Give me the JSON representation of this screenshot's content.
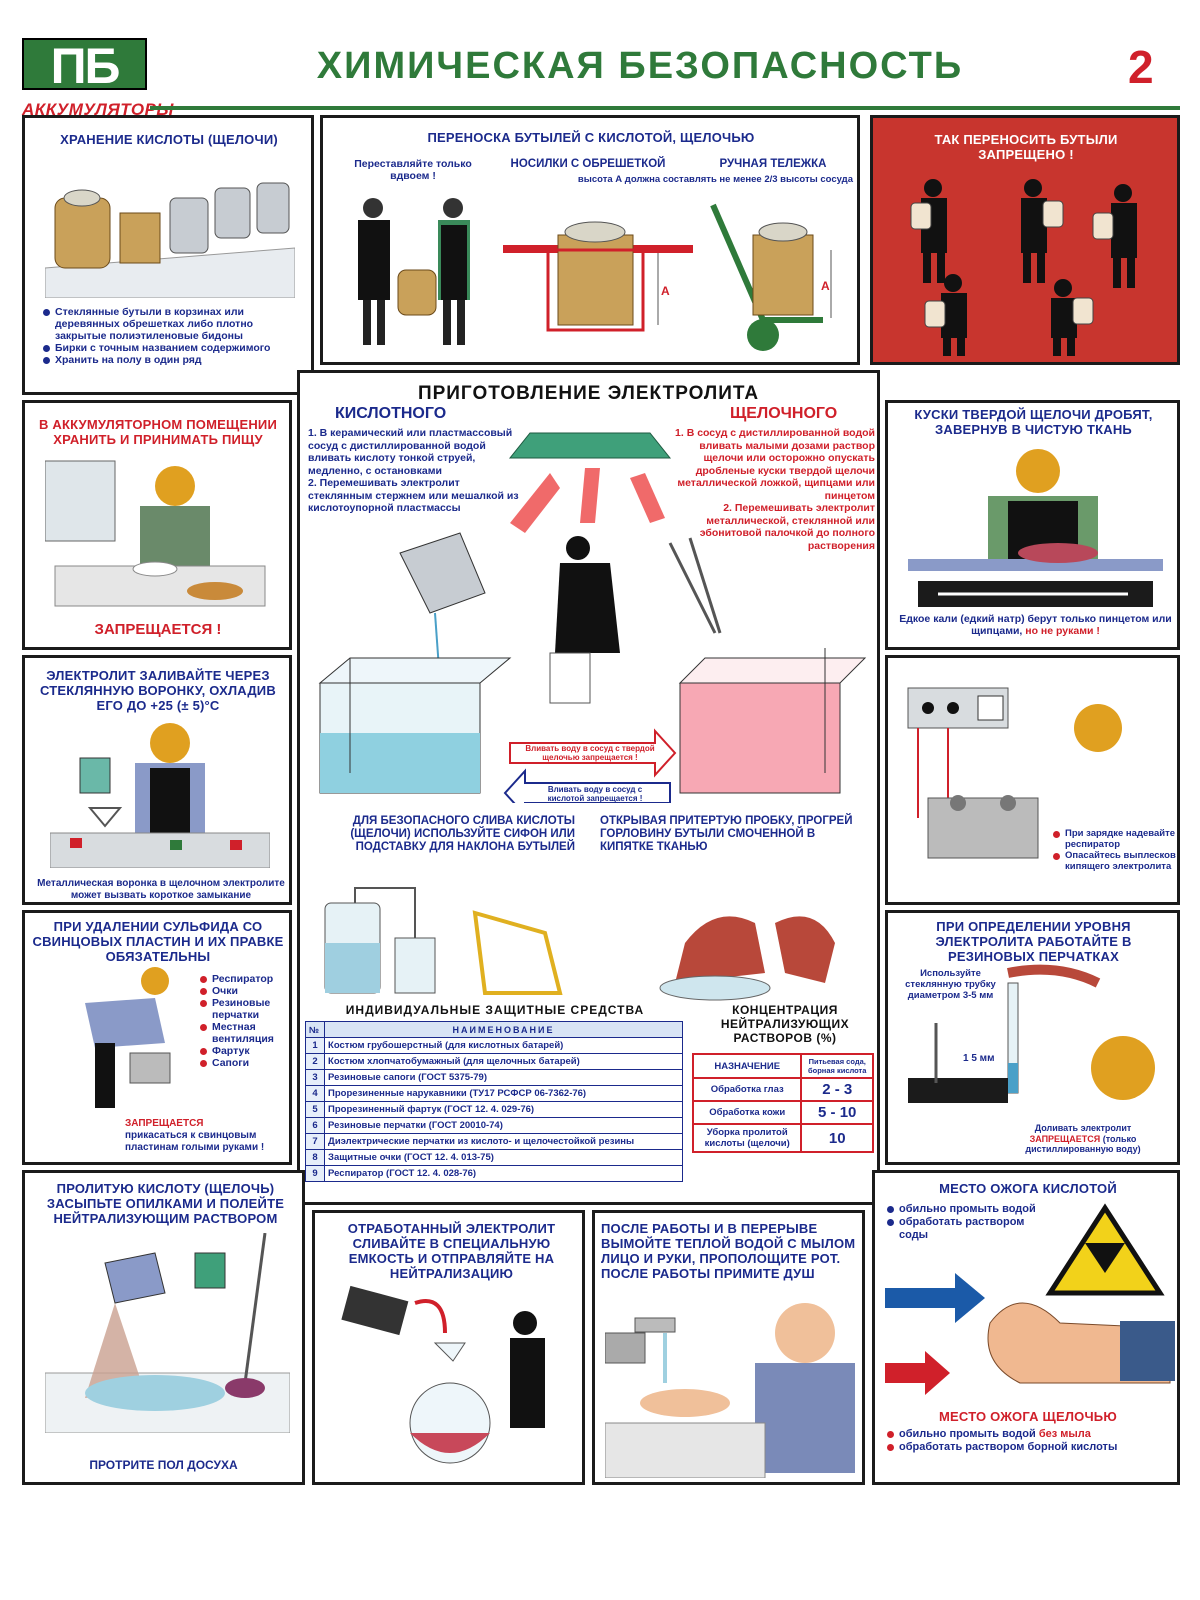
{
  "header": {
    "logo": "ПБ",
    "subtitle": "АККУМУЛЯТОРЫ",
    "title": "ХИМИЧЕСКАЯ БЕЗОПАСНОСТЬ",
    "number": "2"
  },
  "storage": {
    "title": "ХРАНЕНИЕ КИСЛОТЫ (ЩЕЛОЧИ)",
    "bullets": [
      "Стеклянные бутыли в корзинах или деревянных обрешетках либо плотно закрытые полиэтиленовые бидоны",
      "Бирки с точным названием содержимого",
      "Хранить на полу в один ряд"
    ]
  },
  "carry": {
    "title": "ПЕРЕНОСКА БУТЫЛЕЙ С КИСЛОТОЙ, ЩЕЛОЧЬЮ",
    "two_people": "Переставляйте только вдвоем !",
    "stretcher": "НОСИЛКИ С ОБРЕШЕТКОЙ",
    "trolley": "РУЧНАЯ ТЕЛЕЖКА",
    "height_note": "высота А должна составлять не менее 2/3 высоты сосуда",
    "label_a": "А"
  },
  "forbidden_carry": {
    "title": "ТАК ПЕРЕНОСИТЬ БУТЫЛИ ЗАПРЕЩЕНО !"
  },
  "food": {
    "title": "В АККУМУЛЯТОРНОМ ПОМЕЩЕНИИ ХРАНИТЬ И ПРИНИМАТЬ ПИЩУ",
    "forbidden": "ЗАПРЕЩАЕТСЯ !"
  },
  "electrolyte_prep": {
    "title": "ПРИГОТОВЛЕНИЕ ЭЛЕКТРОЛИТА",
    "acid_heading": "КИСЛОТНОГО",
    "alkali_heading": "ЩЕЛОЧНОГО",
    "acid_text": "1. В керамический или пластмассовый сосуд с дистиллированной водой вливать кислоту тонкой струей, медленно, с остановками\n2. Перемешивать электролит стеклянным стержнем или мешалкой из кислотоупорной пластмассы",
    "alkali_text": "1. В сосуд с дистиллированной водой вливать малыми дозами раствор щелочи или осторожно опускать дробленые куски твердой щелочи металлической ложкой, щипцами или пинцетом\n2. Перемешивать электролит металлической, стеклянной или эбонитовой палочкой до полного растворения",
    "warn_alkali": "Вливать воду в сосуд с твердой щелочью запрещается !",
    "warn_acid": "Вливать воду в сосуд с кислотой запрещается !",
    "siphon_text": "ДЛЯ БЕЗОПАСНОГО СЛИВА КИСЛОТЫ (ЩЕЛОЧИ) ИСПОЛЬЗУЙТЕ СИФОН ИЛИ ПОДСТАВКУ ДЛЯ НАКЛОНА БУТЫЛЕЙ",
    "stopper_text": "ОТКРЫВАЯ ПРИТЕРТУЮ ПРОБКУ, ПРОГРЕЙ ГОРЛОВИНУ БУТЫЛИ СМОЧЕННОЙ В КИПЯТКЕ ТКАНЬЮ"
  },
  "ppe": {
    "title": "ИНДИВИДУАЛЬНЫЕ ЗАЩИТНЫЕ СРЕДСТВА",
    "col_no": "№",
    "col_name": "НАИМЕНОВАНИЕ",
    "rows": [
      {
        "n": "1",
        "name": "Костюм грубошерстный (для кислотных батарей)"
      },
      {
        "n": "2",
        "name": "Костюм хлопчатобумажный (для щелочных батарей)"
      },
      {
        "n": "3",
        "name": "Резиновые сапоги (ГОСТ 5375-79)"
      },
      {
        "n": "4",
        "name": "Прорезиненные нарукавники (ТУ17 РСФСР 06-7362-76)"
      },
      {
        "n": "5",
        "name": "Прорезиненный фартук (ГОСТ 12. 4. 029-76)"
      },
      {
        "n": "6",
        "name": "Резиновые перчатки (ГОСТ 20010-74)"
      },
      {
        "n": "7",
        "name": "Диэлектрические перчатки из кислото- и щелочестойкой резины"
      },
      {
        "n": "8",
        "name": "Защитные очки (ГОСТ 12. 4. 013-75)"
      },
      {
        "n": "9",
        "name": "Респиратор (ГОСТ 12. 4. 028-76)"
      }
    ]
  },
  "concentration": {
    "title": "КОНЦЕНТРАЦИЯ НЕЙТРАЛИЗУЮЩИХ РАСТВОРОВ (%)",
    "col_purpose": "НАЗНАЧЕНИЕ",
    "col_agent": "Питьевая сода, борная кислота",
    "rows": [
      {
        "purpose": "Обработка глаз",
        "value": "2 - 3"
      },
      {
        "purpose": "Обработка кожи",
        "value": "5 - 10"
      },
      {
        "purpose": "Уборка пролитой кислоты (щелочи)",
        "value": "10"
      }
    ]
  },
  "crush": {
    "title": "КУСКИ ТВЕРДОЙ ЩЕЛОЧИ ДРОБЯТ, ЗАВЕРНУВ В ЧИСТУЮ ТКАНЬ",
    "note": "Едкое кали (едкий натр) берут только пинцетом или щипцами,",
    "note_red": "но не руками !"
  },
  "funnel": {
    "title": "ЭЛЕКТРОЛИТ ЗАЛИВАЙТЕ ЧЕРЕЗ СТЕКЛЯННУЮ ВОРОНКУ, ОХЛАДИВ ЕГО ДО +25 (± 5)°С",
    "note": "Металлическая воронка в щелочном электролите может вызвать короткое замыкание"
  },
  "charging": {
    "bullets": [
      "При зарядке надевайте респиратор",
      "Опасайтесь выплесков кипящего электролита"
    ]
  },
  "sulfide": {
    "title": "ПРИ УДАЛЕНИИ СУЛЬФИДА СО СВИНЦОВЫХ ПЛАСТИН И ИХ ПРАВКЕ ОБЯЗАТЕЛЬНЫ",
    "items": [
      "Респиратор",
      "Очки",
      "Резиновые перчатки",
      "Местная вентиляция",
      "Фартук",
      "Сапоги"
    ],
    "forbidden": "ЗАПРЕЩАЕТСЯ",
    "forbidden_text": "прикасаться к свинцовым пластинам голыми руками !"
  },
  "level": {
    "title": "ПРИ ОПРЕДЕЛЕНИИ УРОВНЯ ЭЛЕКТРОЛИТА РАБОТАЙТЕ В РЕЗИНОВЫХ ПЕРЧАТКАХ",
    "tube": "Используйте стеклянную трубку диаметром 3-5 мм",
    "mm": "1 5 мм",
    "note_a": "Доливать электролит",
    "note_red": "ЗАПРЕЩАЕТСЯ",
    "note_b": "(только дистиллированную воду)"
  },
  "spill": {
    "title": "ПРОЛИТУЮ КИСЛОТУ (ЩЕЛОЧЬ) ЗАСЫПЬТЕ ОПИЛКАМИ И ПОЛЕЙТЕ НЕЙТРАЛИЗУЮЩИМ РАСТВОРОМ",
    "bottom": "ПРОТРИТЕ ПОЛ ДОСУХА"
  },
  "waste": {
    "title": "ОТРАБОТАННЫЙ ЭЛЕКТРОЛИТ СЛИВАЙТЕ В СПЕЦИАЛЬНУЮ ЕМКОСТЬ И ОТПРАВЛЯЙТЕ НА НЕЙТРАЛИЗАЦИЮ"
  },
  "wash": {
    "title": "ПОСЛЕ РАБОТЫ И В ПЕРЕРЫВЕ ВЫМОЙТЕ ТЕПЛОЙ ВОДОЙ С МЫЛОМ ЛИЦО И РУКИ, ПРОПОЛОЩИТЕ РОТ. ПОСЛЕ РАБОТЫ ПРИМИТЕ ДУШ"
  },
  "burn": {
    "acid_title": "МЕСТО ОЖОГА КИСЛОТОЙ",
    "acid_bullets": [
      "обильно промыть водой",
      "обработать раствором соды"
    ],
    "alkali_title": "МЕСТО ОЖОГА ЩЕЛОЧЬЮ",
    "alkali_b1": "обильно промыть водой",
    "alkali_b1_red": "без мыла",
    "alkali_b2": "обработать раствором борной кислоты"
  },
  "colors": {
    "navy": "#1b2a8c",
    "red": "#d0202a",
    "green": "#2f7a3a",
    "panel_red": "#c8352e"
  }
}
